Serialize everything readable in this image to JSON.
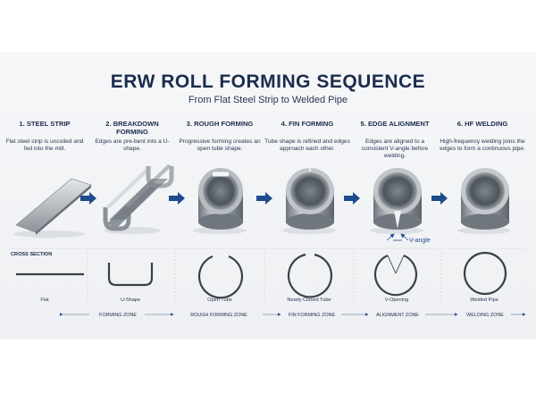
{
  "header": {
    "title": "ERW ROLL FORMING SEQUENCE",
    "subtitle": "From Flat Steel Strip to Welded Pipe"
  },
  "steps": [
    {
      "heading": "1. STEEL STRIP",
      "description": "Flat steel strip is uncoiled and fed into the mill."
    },
    {
      "heading": "2. BREAKDOWN FORMING",
      "description": "Edges are pre-bent into a U-shape."
    },
    {
      "heading": "3. ROUGH FORMING",
      "description": "Progressive forming creates an open tube shape."
    },
    {
      "heading": "4. FIN FORMING",
      "description": "Tube shape is refined and edges approach each other."
    },
    {
      "heading": "5. EDGE ALIGNMENT",
      "description": "Edges are aligned to a consistent V-angle before welding."
    },
    {
      "heading": "6. HF WELDING",
      "description": "High-frequency welding joins the edges to form a continuous pipe."
    }
  ],
  "cross_section": {
    "title": "CROSS SECTION",
    "labels": [
      "Flat",
      "U-Shape",
      "Open Tube",
      "Nearly Closed Tube",
      "V-Opening",
      "Welded Pipe"
    ],
    "v_angle_label": "V-angle"
  },
  "zones": [
    {
      "label": "Forming Zone"
    },
    {
      "label": "Rough Forming Zone"
    },
    {
      "label": "Fin Forming Zone"
    },
    {
      "label": "Alignment Zone"
    },
    {
      "label": "Welding Zone"
    }
  ],
  "colors": {
    "accent": "#1e4b8c",
    "title": "#1c2c4c",
    "steel_light": "#d9dde2",
    "steel_dark": "#6f757d"
  }
}
